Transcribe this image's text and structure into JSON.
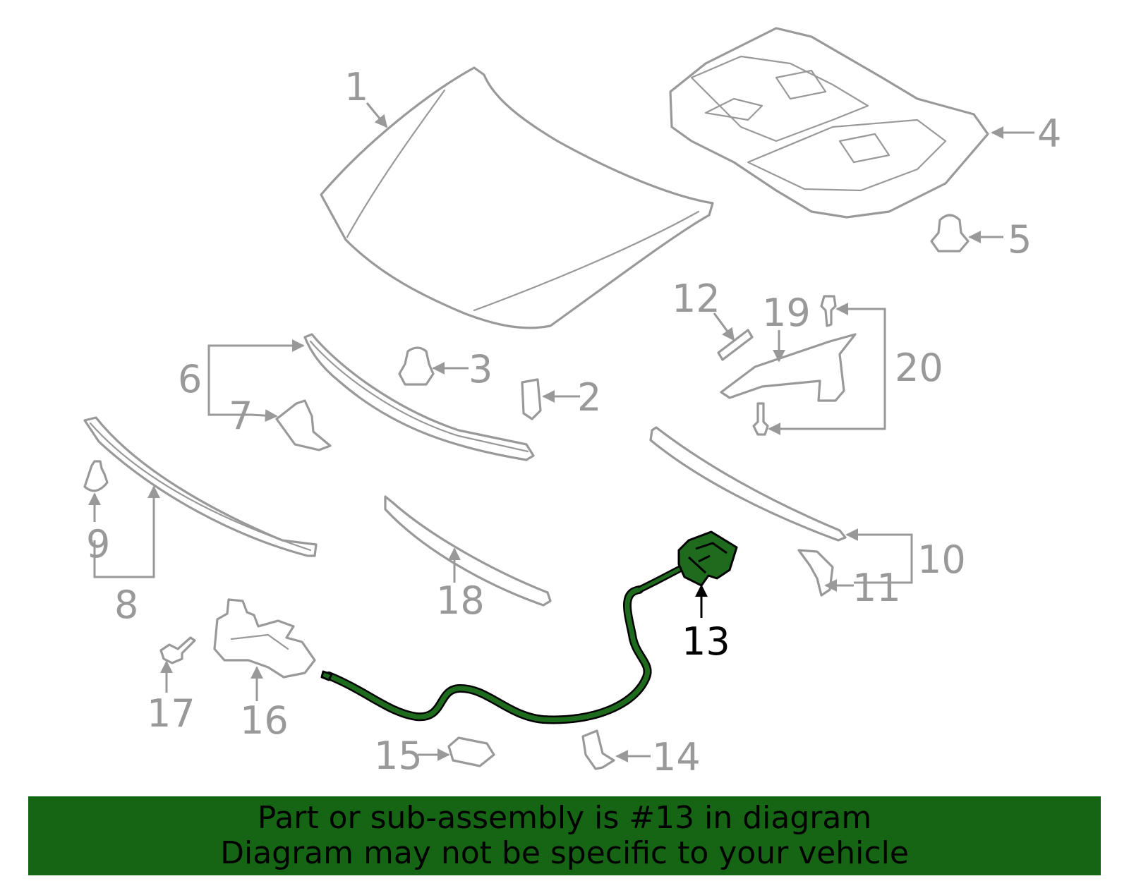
{
  "diagram": {
    "highlight_color": "#1e6b1e",
    "part_color": "#999999",
    "callouts": [
      {
        "id": "1",
        "label": "1"
      },
      {
        "id": "2",
        "label": "2"
      },
      {
        "id": "3",
        "label": "3"
      },
      {
        "id": "4",
        "label": "4"
      },
      {
        "id": "5",
        "label": "5"
      },
      {
        "id": "6",
        "label": "6"
      },
      {
        "id": "7",
        "label": "7"
      },
      {
        "id": "8",
        "label": "8"
      },
      {
        "id": "9",
        "label": "9"
      },
      {
        "id": "10",
        "label": "10"
      },
      {
        "id": "11",
        "label": "11"
      },
      {
        "id": "12",
        "label": "12"
      },
      {
        "id": "13",
        "label": "13"
      },
      {
        "id": "14",
        "label": "14"
      },
      {
        "id": "15",
        "label": "15"
      },
      {
        "id": "16",
        "label": "16"
      },
      {
        "id": "17",
        "label": "17"
      },
      {
        "id": "18",
        "label": "18"
      },
      {
        "id": "19",
        "label": "19"
      },
      {
        "id": "20",
        "label": "20"
      }
    ],
    "highlighted_part": "13"
  },
  "banner": {
    "color": "#156515",
    "line1": "Part or sub-assembly is #13 in diagram",
    "line2": "Diagram may not be specific to your vehicle"
  }
}
